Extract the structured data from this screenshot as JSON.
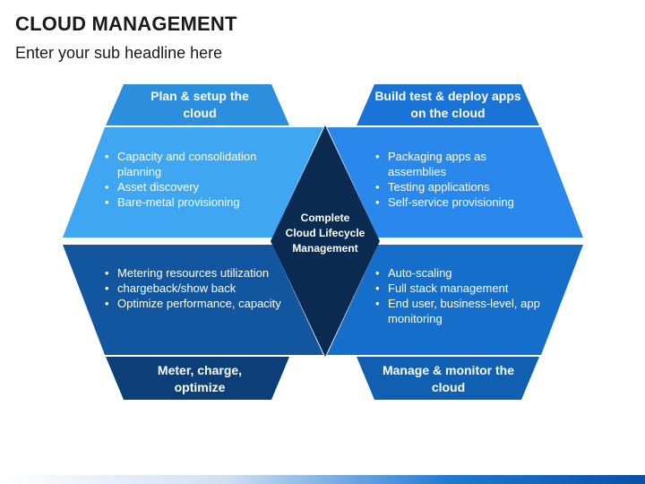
{
  "header": {
    "title": "CLOUD MANAGEMENT",
    "subtitle": "Enter your sub headline here"
  },
  "center": {
    "label": "Complete Cloud Lifecycle Management"
  },
  "quadrants": {
    "top_left": {
      "title": "Plan & setup the cloud",
      "bullets": [
        "Capacity and consolidation planning",
        "Asset discovery",
        "Bare-metal provisioning"
      ]
    },
    "top_right": {
      "title": "Build test & deploy apps on the cloud",
      "bullets": [
        "Packaging apps as assemblies",
        "Testing applications",
        "Self-service provisioning"
      ]
    },
    "bottom_left": {
      "title": "Meter, charge, optimize",
      "bullets": [
        "Metering resources utilization",
        "chargeback/show back",
        "Optimize performance, capacity"
      ]
    },
    "bottom_right": {
      "title": "Manage & monitor the cloud",
      "bullets": [
        "Auto-scaling",
        "Full stack management",
        "End user, business-level, app monitoring"
      ]
    }
  },
  "colors": {
    "top_left_header": "#2b8fde",
    "top_left_body": "#3fa7f2",
    "top_right_header": "#1a73d6",
    "top_right_body": "#2a88ec",
    "bottom_left_header": "#0c3e78",
    "bottom_left_body": "#1256a0",
    "bottom_right_header": "#115fb0",
    "bottom_right_body": "#166ecb",
    "center": "#0a2a52"
  }
}
